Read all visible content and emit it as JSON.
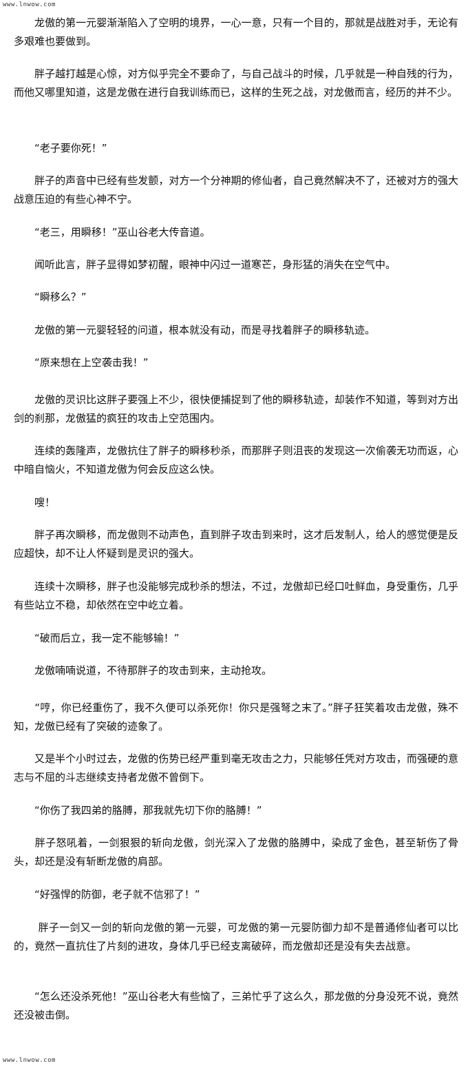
{
  "watermark": {
    "top": "www.lnwow.com",
    "bottom": "www.lnwow.com"
  },
  "paragraphs": [
    "　　龙傲的第一元婴渐渐陷入了空明的境界，一心一意，只有一个目的，那就是战胜对手，无论有多艰难也要做到。",
    "　　胖子越打越是心惊，对方似乎完全不要命了，与自己战斗的时候，几乎就是一种自残的行为，而他又哪里知道，这是龙傲在进行自我训练而已，这样的生死之战，对龙傲而言，经历的并不少。",
    "　　“老子要你死！”",
    "　　胖子的声音中已经有些发颤，对方一个分神期的修仙者，自己竟然解决不了，还被对方的强大战意压迫的有些心神不宁。",
    "　　“老三，用瞬移！”巫山谷老大传音道。",
    "　　闻听此言，胖子显得如梦初醒，眼神中闪过一道寒芒，身形猛的消失在空气中。",
    "　　“瞬移么？”",
    "　　龙傲的第一元婴轻轻的问道，根本就没有动，而是寻找着胖子的瞬移轨迹。",
    "　　“原来想在上空袭击我！”",
    "　　龙傲的灵识比这胖子要强上不少，很快便捕捉到了他的瞬移轨迹，却装作不知道，等到对方出剑的刹那，龙傲猛的疯狂的攻击上空范围内。",
    "　　连续的轰隆声，龙傲抗住了胖子的瞬移秒杀，而那胖子则沮丧的发现这一次偷袭无功而返，心中暗自恼火，不知道龙傲为何会反应这么快。",
    "　　嗖！",
    "　　胖子再次瞬移，而龙傲则不动声色，直到胖子攻击到来时，这才后发制人，给人的感觉便是反应超快，却不让人怀疑到是灵识的强大。",
    "　　连续十次瞬移，胖子也没能够完成秒杀的想法，不过，龙傲却已经口吐鲜血，身受重伤，几乎有些站立不稳，却依然在空中屹立着。",
    "　　“破而后立，我一定不能够输！”",
    "　　龙傲喃喃说道，不待那胖子的攻击到来，主动抢攻。",
    "　　“哼，你已经重伤了，我不久便可以杀死你！你只是强弩之末了。”胖子狂笑着攻击龙傲，殊不知，龙傲已经有了突破的迹象了。",
    "　　又是半个小时过去，龙傲的伤势已经严重到毫无攻击之力，只能够任凭对方攻击，而强硬的意志与不屈的斗志继续支持者龙傲不曾倒下。",
    "　　“你伤了我四弟的胳膊，那我就先切下你的胳膊！”",
    "　　胖子怒吼着，一剑狠狠的斩向龙傲，剑光深入了龙傲的胳膊中，染成了金色，甚至斩伤了骨头，却还是没有斩断龙傲的肩部。",
    "　　“好强悍的防御，老子就不信邪了！”",
    "　　 胖子一剑又一剑的斩向龙傲的第一元婴，可龙傲的第一元婴防御力却不是普通修仙者可以比的，竟然一直抗住了片刻的进攻，身体几乎已经支离破碎，而龙傲却还是没有失去战意。",
    "　　“怎么还没杀死他！”巫山谷老大有些恼了，三弟忙乎了这么久，那龙傲的分身没死不说，竟然还没被击倒。"
  ]
}
